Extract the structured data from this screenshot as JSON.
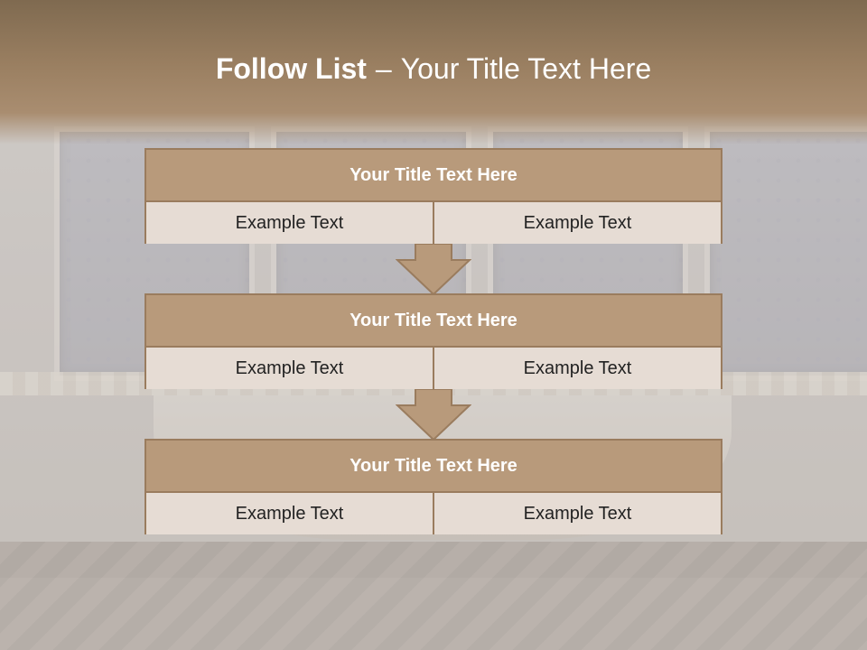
{
  "title": {
    "bold": "Follow List",
    "separator": "–",
    "rest": "Your Title Text Here"
  },
  "blocks": [
    {
      "title": "Your Title Text Here",
      "left": "Example Text",
      "right": "Example Text"
    },
    {
      "title": "Your Title Text Here",
      "left": "Example Text",
      "right": "Example Text"
    },
    {
      "title": "Your Title Text Here",
      "left": "Example Text",
      "right": "Example Text"
    }
  ],
  "colors": {
    "header": "#8a7254",
    "block_title_bg": "#b89a7b",
    "block_border": "#9a7c5e",
    "cell_bg": "#e6dcd4"
  }
}
